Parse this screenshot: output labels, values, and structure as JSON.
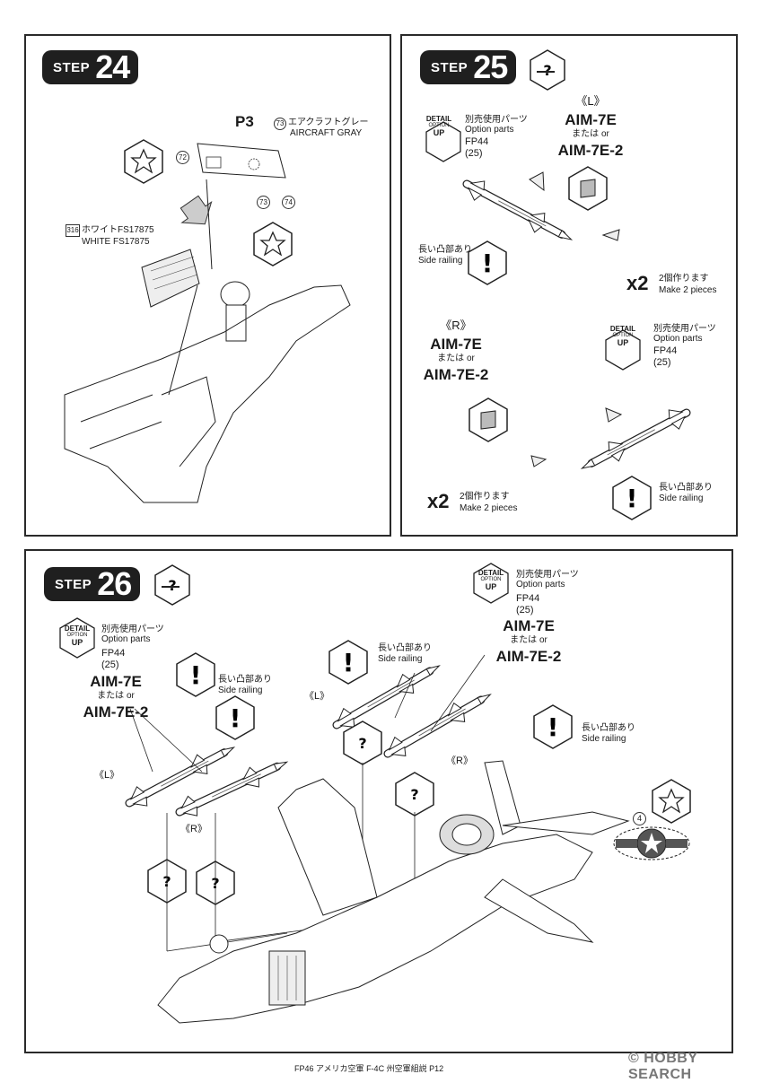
{
  "step24": {
    "word": "STEP",
    "number": "24",
    "part_code": "P3",
    "color_num_73": "73",
    "color_label_ja": "エアクラフトグレー",
    "color_label_en": "AIRCRAFT GRAY",
    "color_num_316": "316",
    "white_ja": "ホワイトFS17875",
    "white_en": "WHITE FS17875",
    "num_72": "72",
    "num_73b": "73",
    "num_74": "74"
  },
  "step25": {
    "word": "STEP",
    "number": "25",
    "detail_word": "DETAIL",
    "option_word": "OPTION",
    "up_word": "UP",
    "option_ja": "別売使用パーツ",
    "option_en": "Option parts",
    "fp_code": "FP44",
    "fp_qty": "(25)",
    "left_mark": "《L》",
    "right_mark": "《R》",
    "aim_a": "AIM-7E",
    "or_text": "または",
    "or_en": "or",
    "aim_b": "AIM-7E-2",
    "side_ja": "長い凸部あり",
    "side_en": "Side railing",
    "x2": "x2",
    "make_ja": "2個作ります",
    "make_en": "Make 2 pieces"
  },
  "step26": {
    "word": "STEP",
    "number": "26",
    "detail_word": "DETAIL",
    "option_word": "OPTION",
    "up_word": "UP",
    "option_ja": "別売使用パーツ",
    "option_en": "Option parts",
    "fp_code": "FP44",
    "fp_qty": "(25)",
    "aim_a": "AIM-7E",
    "or_text": "または",
    "or_en": "or",
    "aim_b": "AIM-7E-2",
    "side_ja": "長い凸部あり",
    "side_en": "Side railing",
    "left_mark": "《L》",
    "right_mark": "《R》",
    "decal_num": "4"
  },
  "footer": {
    "caption": "FP46 アメリカ空軍 F-4C 州空軍組説 P12",
    "watermark": "HOBBY SEARCH",
    "copyright": "©"
  },
  "icons": [
    "star-icon",
    "arrow-down-icon",
    "question-icon",
    "exclamation-icon",
    "left-right-icon",
    "hex-badge-icon",
    "roundel-icon"
  ]
}
